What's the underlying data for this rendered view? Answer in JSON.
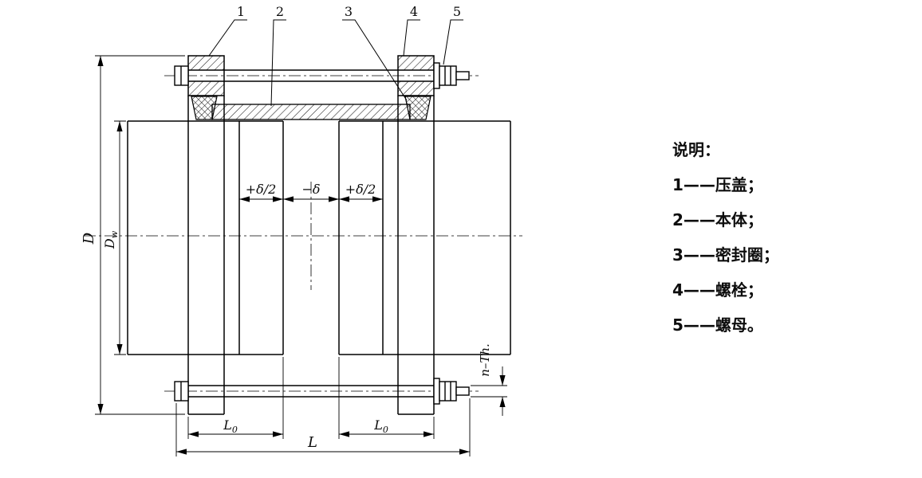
{
  "legend": {
    "title": "说明：",
    "items": [
      "1——压盖；",
      "2——本体；",
      "3——密封圈；",
      "4——螺栓；",
      "5——螺母。"
    ]
  },
  "callouts": [
    "1",
    "2",
    "3",
    "4",
    "5"
  ],
  "dims": {
    "D": "D",
    "Dw_main": "D",
    "Dw_sub": "w",
    "delta_half_left": "+δ/2",
    "delta_mid": "−δ",
    "delta_half_right": "+δ/2",
    "L0_main": "L",
    "L0_sub": "0",
    "L": "L",
    "n_th": "n–Th."
  }
}
